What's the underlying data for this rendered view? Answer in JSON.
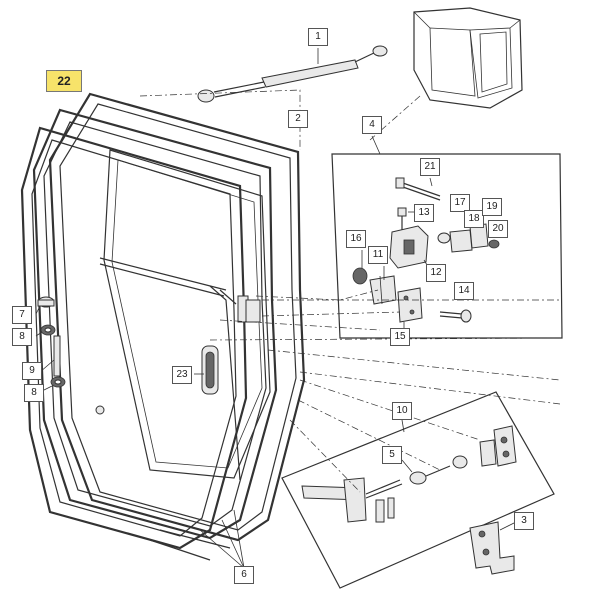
{
  "callouts": {
    "c1": "1",
    "c2": "2",
    "c3": "3",
    "c4": "4",
    "c5": "5",
    "c6": "6",
    "c7": "7",
    "c8a": "8",
    "c8b": "8",
    "c9": "9",
    "c10": "10",
    "c11": "11",
    "c12": "12",
    "c13": "13",
    "c14": "14",
    "c15": "15",
    "c16": "16",
    "c17": "17",
    "c18": "18",
    "c19": "19",
    "c20": "20",
    "c21": "21",
    "c22": "22",
    "c23": "23"
  },
  "highlight_color": "#f7e36a"
}
